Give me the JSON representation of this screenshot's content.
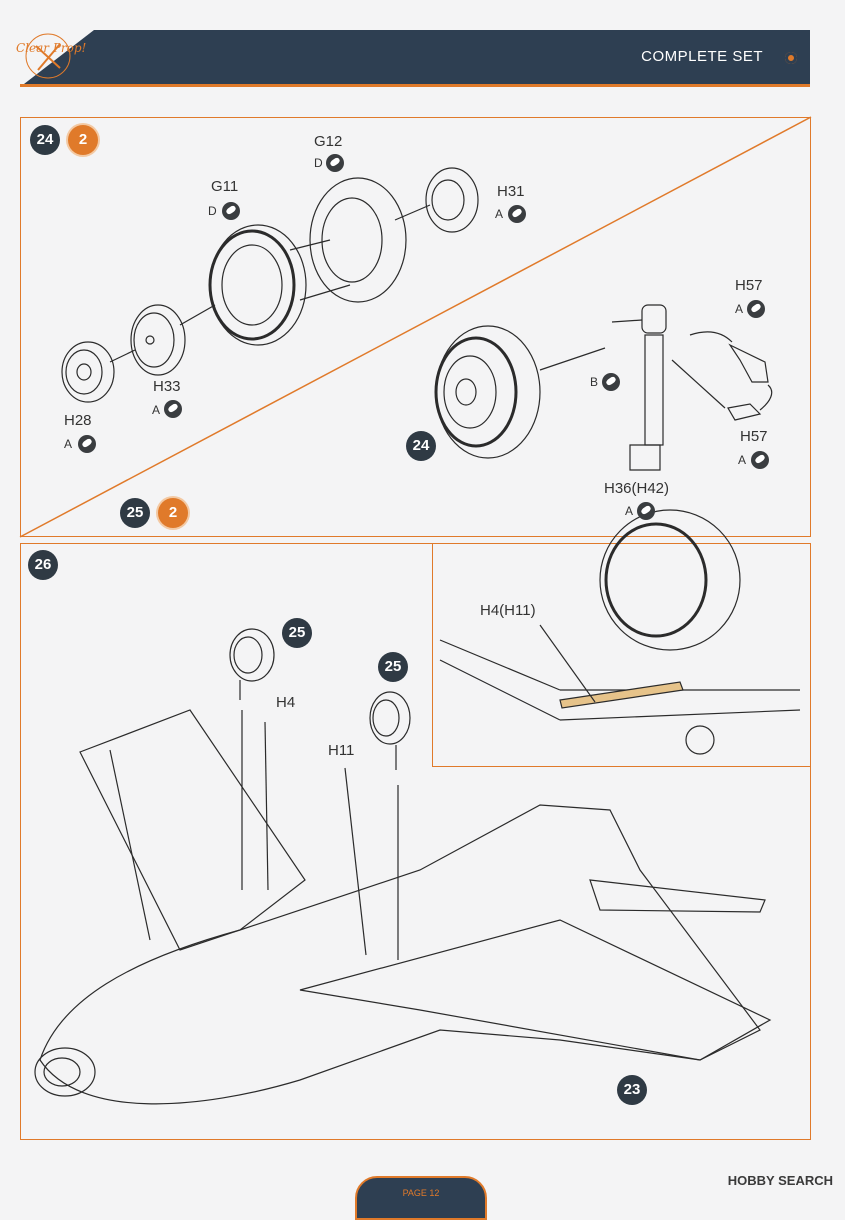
{
  "header": {
    "title": "COMPLETE SET",
    "logo_text": "Clear Prop!"
  },
  "panel_top": {
    "step_badges": [
      "24",
      "25"
    ],
    "group_badges": [
      "2",
      "2"
    ],
    "parts": {
      "g12": "G12",
      "g12_sub": "D",
      "g11": "G11",
      "g11_sub": "D",
      "h31": "H31",
      "h31_sub": "A",
      "h33": "H33",
      "h33_sub": "A",
      "h28": "H28",
      "h28_sub": "A",
      "h57_top": "H57",
      "h57_top_sub": "A",
      "b_sub": "B",
      "h57_bottom": "H57",
      "h57_bottom_sub": "A",
      "h36": "H36(H42)",
      "h36_sub": "A"
    },
    "wheel_badge": "24"
  },
  "panel_bottom": {
    "step_badge": "26",
    "wheel_badges": [
      "25",
      "25"
    ],
    "h4": "H4",
    "h11": "H11",
    "inset_label": "H4(H11)",
    "ref_badge": "23"
  },
  "footer": {
    "page": "PAGE 12",
    "watermark": "HOBBY SEARCH"
  },
  "colors": {
    "accent": "#e07a2a",
    "header": "#2e3f52",
    "badge": "#2f3a44"
  }
}
